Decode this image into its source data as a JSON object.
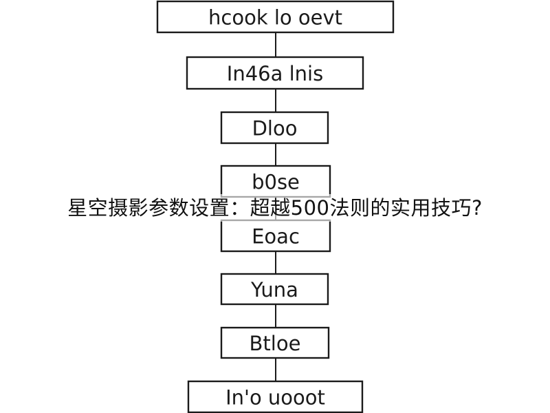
{
  "diagram": {
    "nodes": [
      {
        "id": "n1",
        "label": "hcook lo oevt"
      },
      {
        "id": "n2",
        "label": "In46a lnis"
      },
      {
        "id": "n3",
        "label": "Dloo"
      },
      {
        "id": "n4",
        "label": "b0se"
      },
      {
        "id": "n5",
        "label": "Eoac"
      },
      {
        "id": "n6",
        "label": "Yuna"
      },
      {
        "id": "n7",
        "label": "Btloe"
      },
      {
        "id": "n8",
        "label": "In'o uooot"
      }
    ],
    "edges": [
      {
        "from": "n1",
        "to": "n2"
      },
      {
        "from": "n2",
        "to": "n3"
      },
      {
        "from": "n3",
        "to": "n4"
      },
      {
        "from": "n4",
        "to": "n5"
      },
      {
        "from": "n5",
        "to": "n6"
      },
      {
        "from": "n6",
        "to": "n7"
      },
      {
        "from": "n7",
        "to": "n8"
      }
    ]
  },
  "overlay": {
    "title": "星空摄影参数设置：超越500法则的实用技巧?"
  },
  "colors": {
    "stroke": "#1a1a1a",
    "background": "#ffffff",
    "text": "#111111"
  }
}
